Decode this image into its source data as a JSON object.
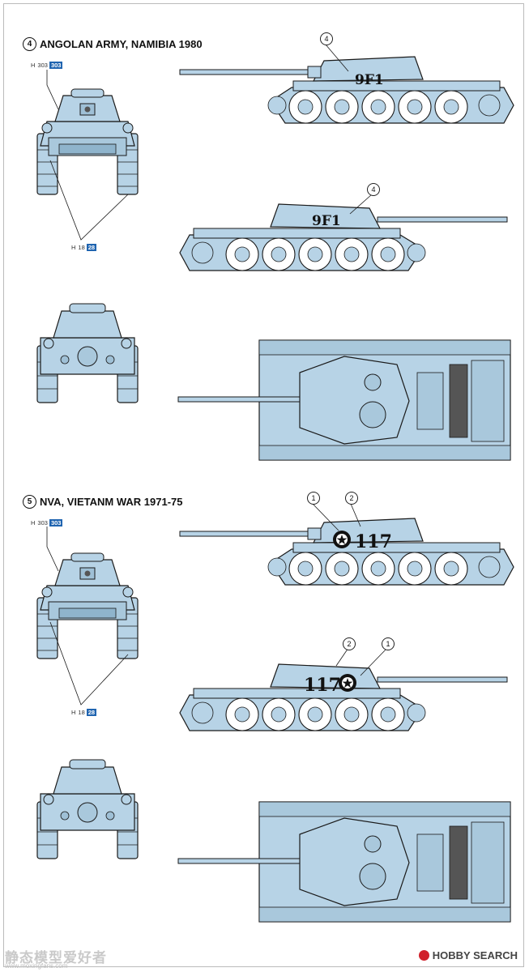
{
  "sections": [
    {
      "number": "4",
      "title": "ANGOLAN ARMY, NAMIBIA 1980",
      "ref_top": {
        "letter": "H",
        "code_a": "303",
        "code_b": "303"
      },
      "ref_bottom": {
        "letter": "H",
        "code_a": "18",
        "code_b": "28"
      },
      "side_callout": "4",
      "side_callout_2": "4",
      "marking": "9F1"
    },
    {
      "number": "5",
      "title": "NVA, VIETANM WAR 1971-75",
      "ref_top": {
        "letter": "H",
        "code_a": "303",
        "code_b": "303"
      },
      "ref_bottom": {
        "letter": "H",
        "code_a": "18",
        "code_b": "28"
      },
      "callout_a": "1",
      "callout_b": "2",
      "callout_c": "2",
      "callout_d": "1",
      "marking": "117"
    }
  ],
  "watermark": {
    "text": "静态模型爱好者",
    "url": "www.moxingfans.com"
  },
  "brand": "HOBBY SEARCH",
  "colors": {
    "tank": "#b7d3e6",
    "line": "#1a1a1a",
    "accent": "#1f64b0"
  }
}
